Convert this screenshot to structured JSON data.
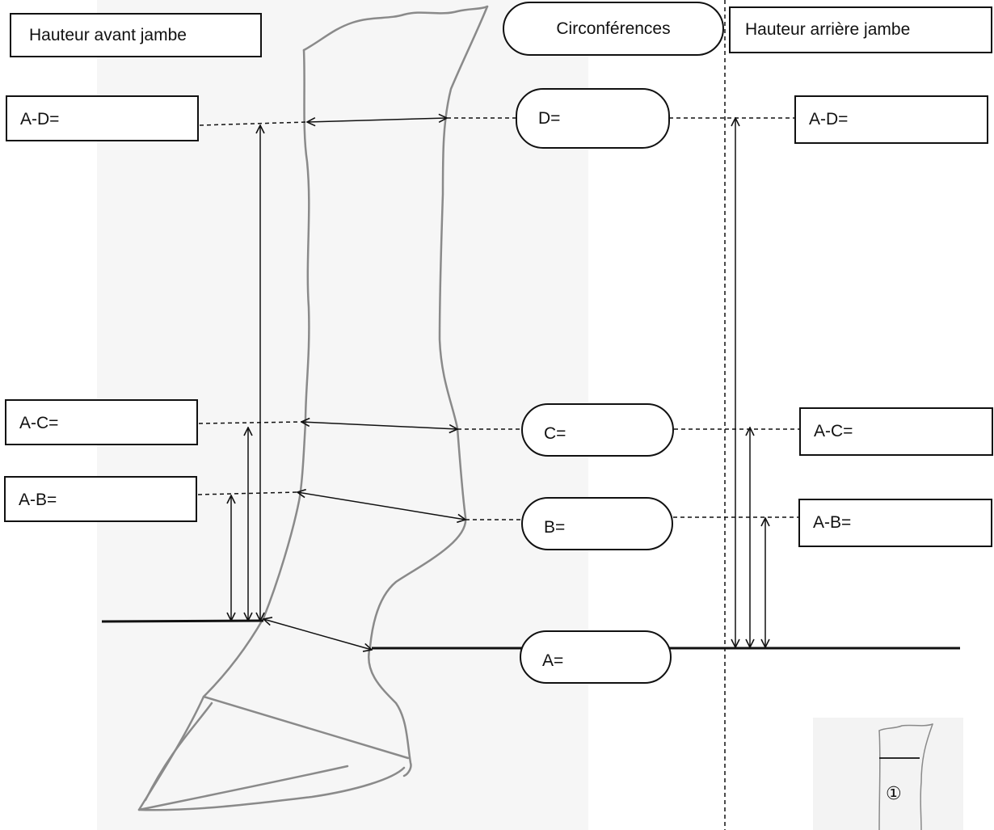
{
  "headers": {
    "left": "Hauteur avant jambe",
    "center": "Circonférences",
    "right": "Hauteur arrière jambe"
  },
  "left_fields": [
    "A-D=",
    "A-C=",
    "A-B="
  ],
  "circumferences": [
    "D=",
    "C=",
    "B=",
    "A="
  ],
  "right_fields": [
    "A-D=",
    "A-C=",
    "A-B="
  ],
  "thumbnail": {
    "label": "①"
  }
}
